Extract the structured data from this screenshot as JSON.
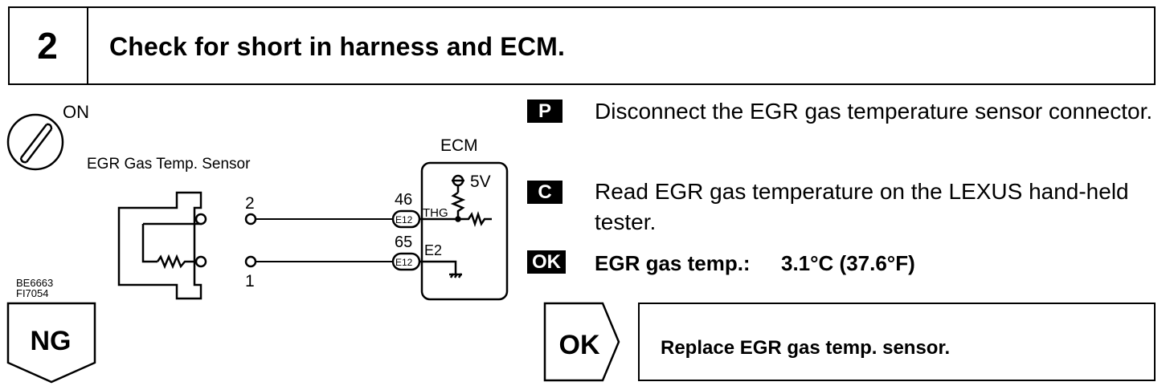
{
  "step": {
    "number": "2",
    "title": "Check for short in harness and ECM."
  },
  "diagram": {
    "ignition_label": "ON",
    "sensor_label": "EGR Gas Temp. Sensor",
    "ecm_label": "ECM",
    "supply_label": "5V",
    "sensor_pin_top": "2",
    "sensor_pin_bottom": "1",
    "ecm_pin_top": "46",
    "ecm_pin_bottom": "65",
    "connector_top": "E12",
    "connector_bottom": "E12",
    "signal_top": "THG",
    "signal_bottom": "E2",
    "ref_codes": [
      "BE6663",
      "FI7054"
    ]
  },
  "instructions": [
    {
      "badge": "P",
      "text": "Disconnect the EGR gas temperature sensor connector."
    },
    {
      "badge": "C",
      "text": "Read EGR gas temperature on the LEXUS hand-held tester."
    }
  ],
  "spec": {
    "badge": "OK",
    "label": "EGR gas temp.:",
    "value": "3.1°C (37.6°F)"
  },
  "ng_label": "NG",
  "ok_branch": {
    "label": "OK",
    "action": "Replace EGR gas temp. sensor."
  }
}
